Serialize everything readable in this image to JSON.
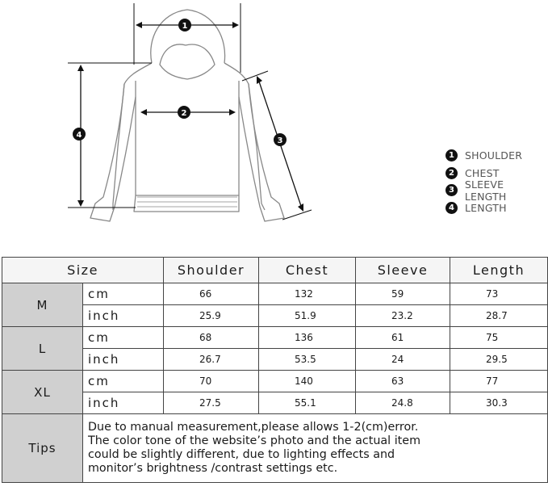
{
  "legend": [
    {
      "num": "1",
      "label": "SHOULDER"
    },
    {
      "num": "2",
      "label": "CHEST"
    },
    {
      "num": "3",
      "label": "SLEEVE LENGTH"
    },
    {
      "num": "4",
      "label": "LENGTH"
    }
  ],
  "table": {
    "headers": [
      "Size",
      "Shoulder",
      "Chest",
      "Sleeve",
      "Length"
    ],
    "sizes": [
      {
        "name": "M",
        "cm": [
          "66",
          "132",
          "59",
          "73"
        ],
        "inch": [
          "25.9",
          "51.9",
          "23.2",
          "28.7"
        ]
      },
      {
        "name": "L",
        "cm": [
          "68",
          "136",
          "61",
          "75"
        ],
        "inch": [
          "26.7",
          "53.5",
          "24",
          "29.5"
        ]
      },
      {
        "name": "XL",
        "cm": [
          "70",
          "140",
          "63",
          "77"
        ],
        "inch": [
          "27.5",
          "55.1",
          "24.8",
          "30.3"
        ]
      }
    ],
    "unit_cm": "cm",
    "unit_inch": "inch",
    "tips_label": "Tips",
    "tips_lines": [
      "Due to manual measurement,please allows 1-2(cm)error.",
      "The color tone of the website’s photo and the actual item",
      "could be slightly different, due to lighting effects and",
      "monitor’s brightness /contrast settings etc."
    ]
  }
}
